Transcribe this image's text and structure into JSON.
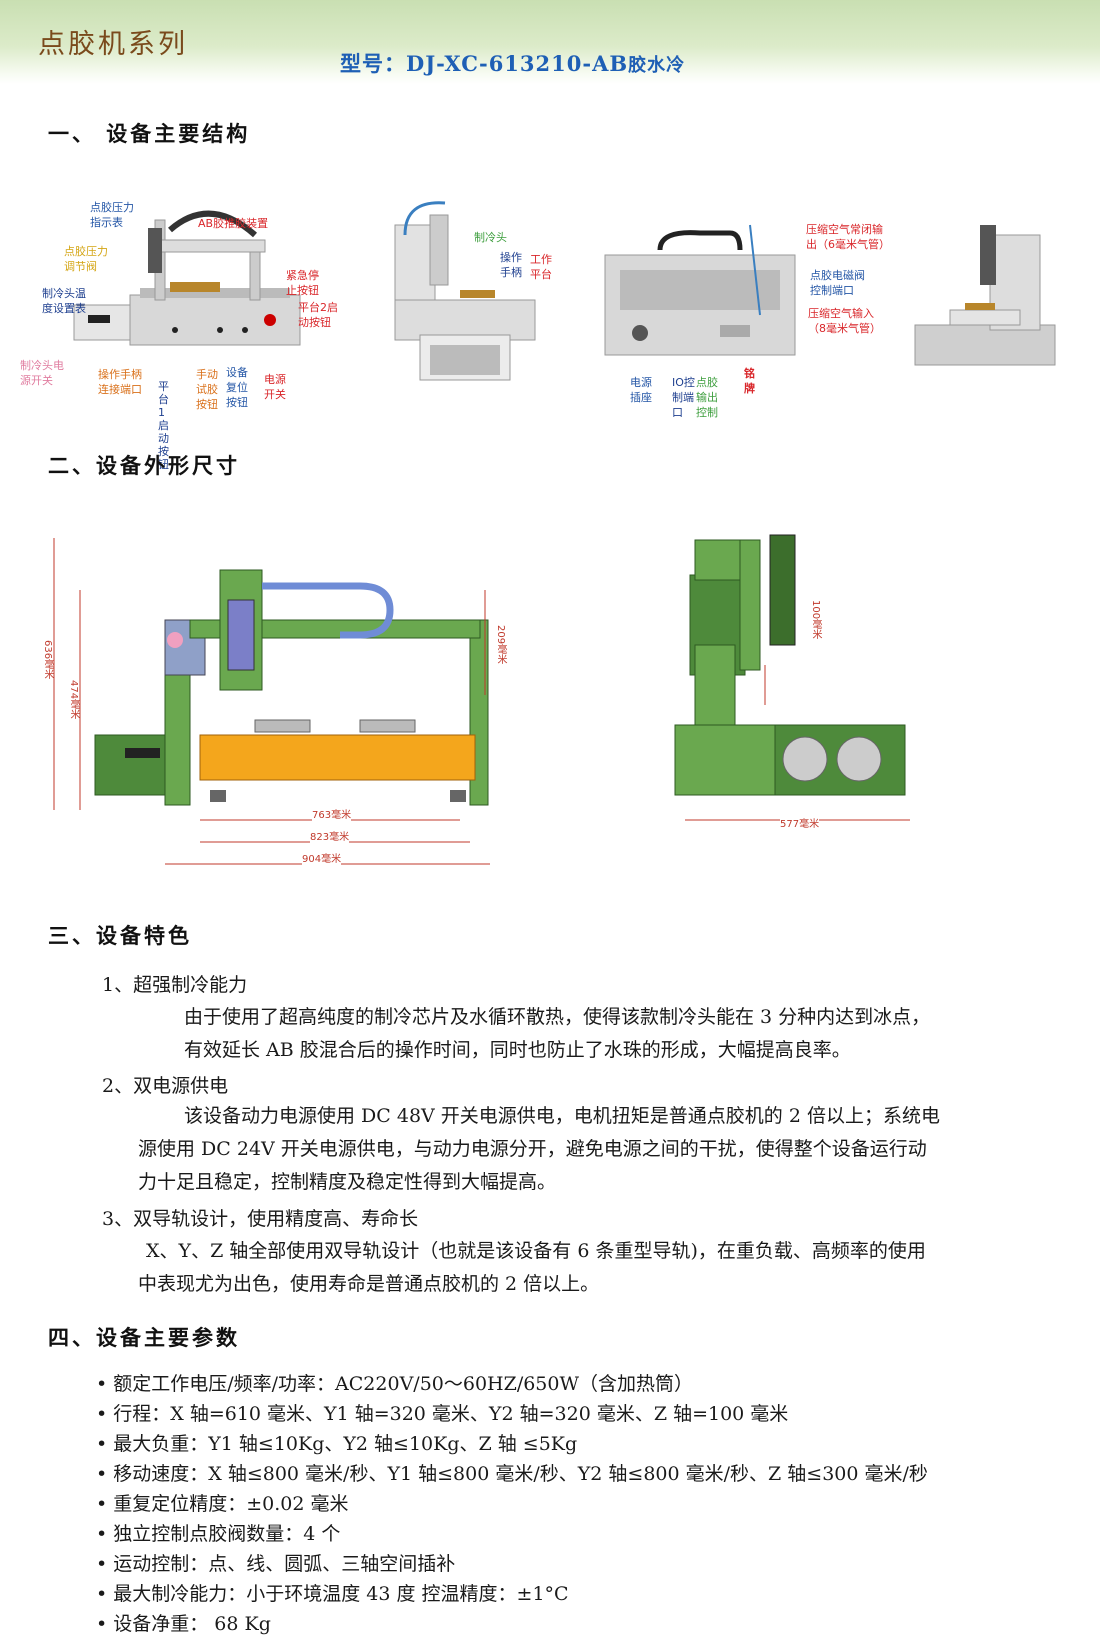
{
  "header": {
    "series": "点胶机系列",
    "model_prefix": "型号：DJ-XC-613210-AB",
    "model_suffix": "胶水冷"
  },
  "sections": {
    "s1": "一、 设备主要结构",
    "s2": "二、设备外形尺寸",
    "s3": "三、设备特色",
    "s4": "四、设备主要参数"
  },
  "labels": {
    "pressure_gauge": "点胶压力\n指示表",
    "ab_push": "AB胶推胶装置",
    "pressure_adj": "点胶压力\n调节阀",
    "cold_temp": "制冷头温\n度设置表",
    "cold_power": "制冷头电\n源开关",
    "handle_port": "操作手柄\n连接端口",
    "plat1": "平\n台\n1\n启\n动\n按\n钮",
    "manual_test": "手动\n试胶\n按钮",
    "reset": "设备\n复位\n按钮",
    "power_sw": "电源\n开关",
    "estop": "紧急停\n止按钮",
    "plat2": "平台2启\n动按钮",
    "cold_head": "制冷头",
    "handle": "操作\n手柄",
    "work_plat": "工作\n平台",
    "air_closed": "压缩空气常闭输\n出（6毫米气管）",
    "valve_port": "点胶电磁阀\n控制端口",
    "air_in": "压缩空气输入\n（8毫米气管）",
    "socket": "电源\n插座",
    "io_port": "IO控\n制端\n口",
    "output_ctrl": "点胶\n输出\n控制",
    "nameplate": "铭\n牌"
  },
  "dimensions": {
    "d636": "636毫米",
    "d474": "474毫米",
    "d209": "209毫米",
    "d763": "763毫米",
    "d823": "823毫米",
    "d904": "904毫米",
    "d100": "100毫米",
    "d577": "577毫米"
  },
  "features": [
    {
      "title": "1、超强制冷能力",
      "lines": [
        "由于使用了超高纯度的制冷芯片及水循环散热，使得该款制冷头能在 3 分种内达到冰点，",
        "有效延长 AB 胶混合后的操作时间，同时也防止了水珠的形成，大幅提高良率。"
      ]
    },
    {
      "title": "2、双电源供电",
      "lines": [
        "该设备动力电源使用 DC 48V 开关电源供电，电机扭矩是普通点胶机的 2 倍以上；系统电",
        "源使用 DC 24V 开关电源供电，与动力电源分开，避免电源之间的干扰，使得整个设备运行动",
        "力十足且稳定，控制精度及稳定性得到大幅提高。"
      ]
    },
    {
      "title": "3、双导轨设计，使用精度高、寿命长",
      "lines": [
        "X、Y、Z 轴全部使用双导轨设计（也就是该设备有 6 条重型导轨)，在重负载、高频率的使用",
        "中表现尤为出色，使用寿命是普通点胶机的 2 倍以上。"
      ]
    }
  ],
  "specs": [
    "• 额定工作电压/频率/功率：AC220V/50～60HZ/650W（含加热筒）",
    "• 行程：X 轴=610 毫米、Y1 轴=320 毫米、Y2 轴=320 毫米、Z 轴=100 毫米",
    "• 最大负重：Y1 轴≤10Kg、Y2 轴≤10Kg、Z 轴 ≤5Kg",
    "• 移动速度：X 轴≤800 毫米/秒、Y1 轴≤800 毫米/秒、Y2 轴≤800 毫米/秒、Z 轴≤300 毫米/秒",
    "• 重复定位精度：±0.02 毫米",
    "• 独立控制点胶阀数量：4 个",
    "• 运动控制：点、线、圆弧、三轴空间插补",
    "• 最大制冷能力：小于环境温度 43 度  控温精度：±1°C",
    "• 设备净重： 68 Kg"
  ]
}
